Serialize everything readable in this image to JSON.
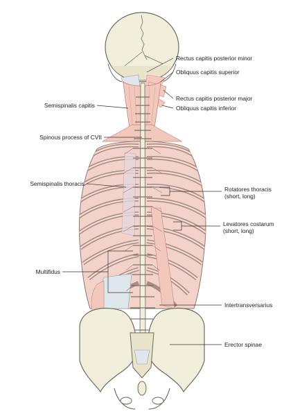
{
  "labels": {
    "rectus_capitis_posterior_minor": "Rectus capitis posterior minor",
    "obliquus_capitis_superior": "Obliquus capitis superior",
    "rectus_capitis_posterior_major": "Rectus capitis posterior major",
    "obliquus_capitis_inferior": "Obliquus capitis inferior",
    "semispinalis_capitis": "Semispinalis capitis",
    "spinous_process_cvii": "Spinous process of CVII",
    "semispinalis_thoracis": "Semispinalis thoracis",
    "rotatores_thoracis": "Rotatores thoracis",
    "rotatores_thoracis_sub": "(short, long)",
    "levatores_costarum": "Levatores costarum",
    "levatores_costarum_sub": "(short, long)",
    "multifidus": "Multifidus",
    "intertransversarius": "Intertransversarius",
    "erector_spinae": "Erector spinae"
  },
  "colors": {
    "muscle": "#f2c7bd",
    "muscle_dark": "#d99b8d",
    "bone": "#f1eedb",
    "bone_outline": "#6c6a5e",
    "fascia": "#dfe7ec",
    "leader_line": "#333333"
  }
}
